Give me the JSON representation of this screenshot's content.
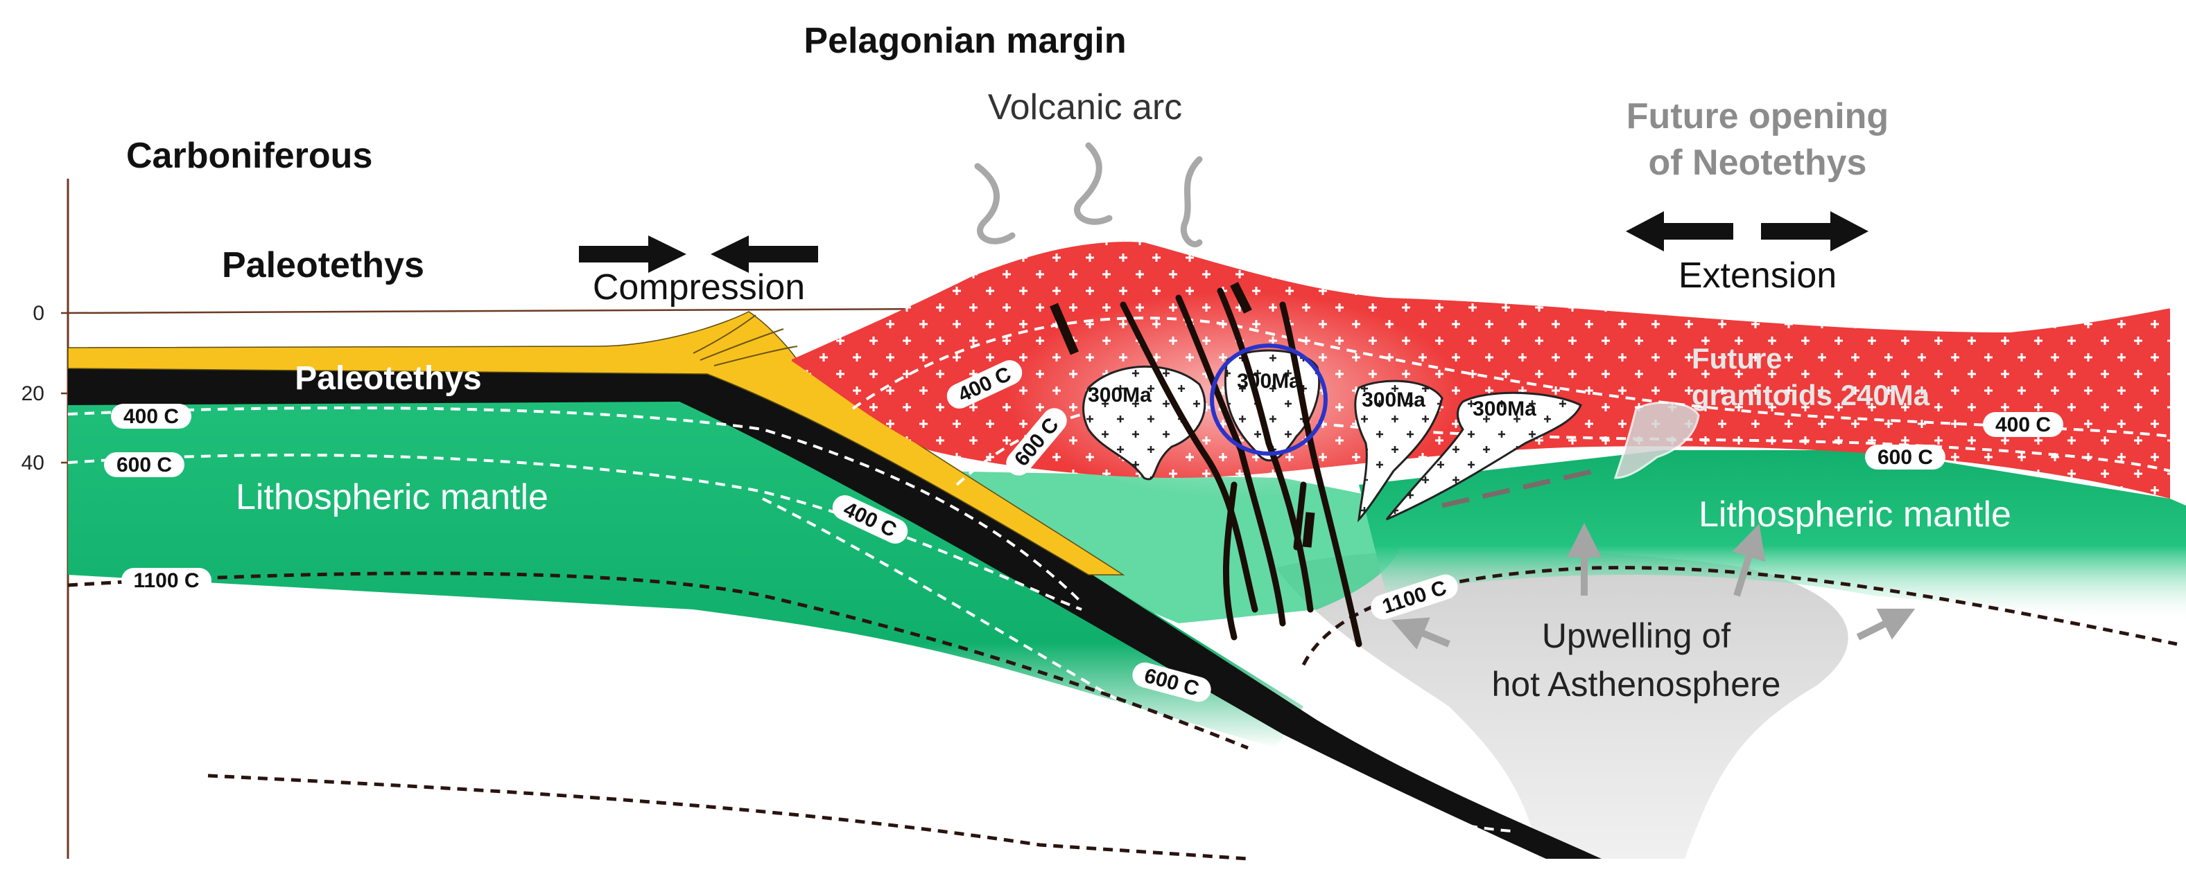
{
  "title": "Pelagonian margin",
  "period_label": "Carboniferous",
  "ocean_label": "Paleotethys",
  "slab_label": "Paleotethys",
  "volcanic_arc_label": "Volcanic arc",
  "compression_label": "Compression",
  "extension_label": "Extension",
  "future_opening": {
    "line1": "Future opening",
    "line2": "of Neotethys"
  },
  "future_granitoids": {
    "line1": "Future",
    "line2": "granitoids 240Ma"
  },
  "lithospheric_mantle_left": "Lithospheric mantle",
  "lithospheric_mantle_right": "Lithospheric mantle",
  "upwelling": {
    "line1": "Upwelling of",
    "line2": "hot Asthenosphere"
  },
  "depth_ticks": [
    "0",
    "20",
    "40"
  ],
  "isotherms": {
    "left_400": "400 C",
    "left_600": "600 C",
    "left_1100": "1100 C",
    "slab_400": "400 C",
    "slab_600": "600 C",
    "crust_400": "400 C",
    "crust_600": "600 C",
    "right_400": "400 C",
    "right_600": "600 C",
    "right_1100": "1100 C"
  },
  "pluton_ages": [
    "300Ma",
    "300Ma",
    "300Ma",
    "300Ma"
  ],
  "colors": {
    "crust": "#ee3b3b",
    "mantle": "#1fbf7a",
    "mantle_dark": "#0fa86a",
    "sediment": "#f7c21e",
    "slab": "#111111",
    "asthenosphere": "#d9d9d9",
    "highlight_circle": "#2a34c9",
    "grey_text": "#8c8c8c"
  }
}
